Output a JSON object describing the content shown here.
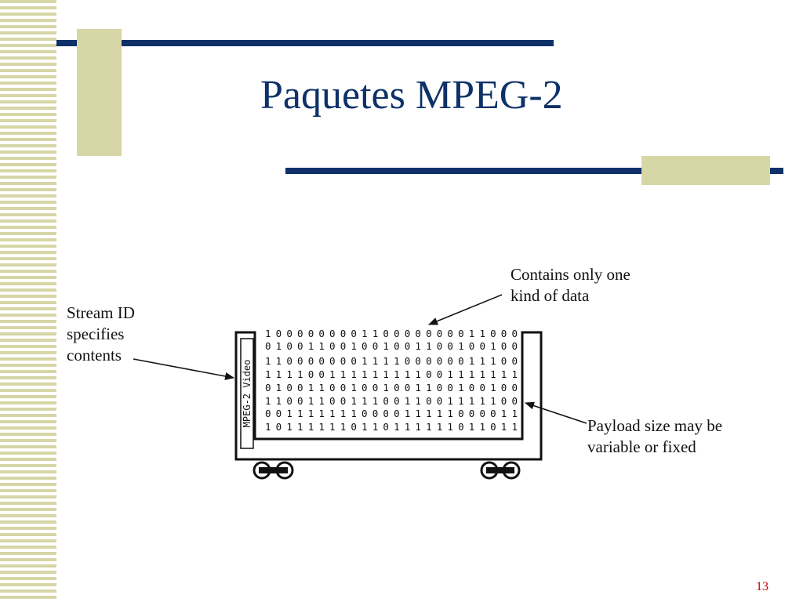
{
  "slide": {
    "title": "Paquetes MPEG-2",
    "page_number": "13"
  },
  "callouts": {
    "stream_id": "Stream ID\nspecifies\ncontents",
    "contains": "Contains only one\nkind of data",
    "payload": "Payload size may be\nvariable or fixed"
  },
  "diagram": {
    "stream_label": "MPEG-2 Video",
    "bit_rows": [
      "100000000110000000011000",
      "010011001001001100100100",
      "110000000111100000011100",
      "111100111111111001111111",
      "010011001001001100100100",
      "110011001110011001111100",
      "001111111000011111000011",
      "101111110110111111011011"
    ]
  }
}
